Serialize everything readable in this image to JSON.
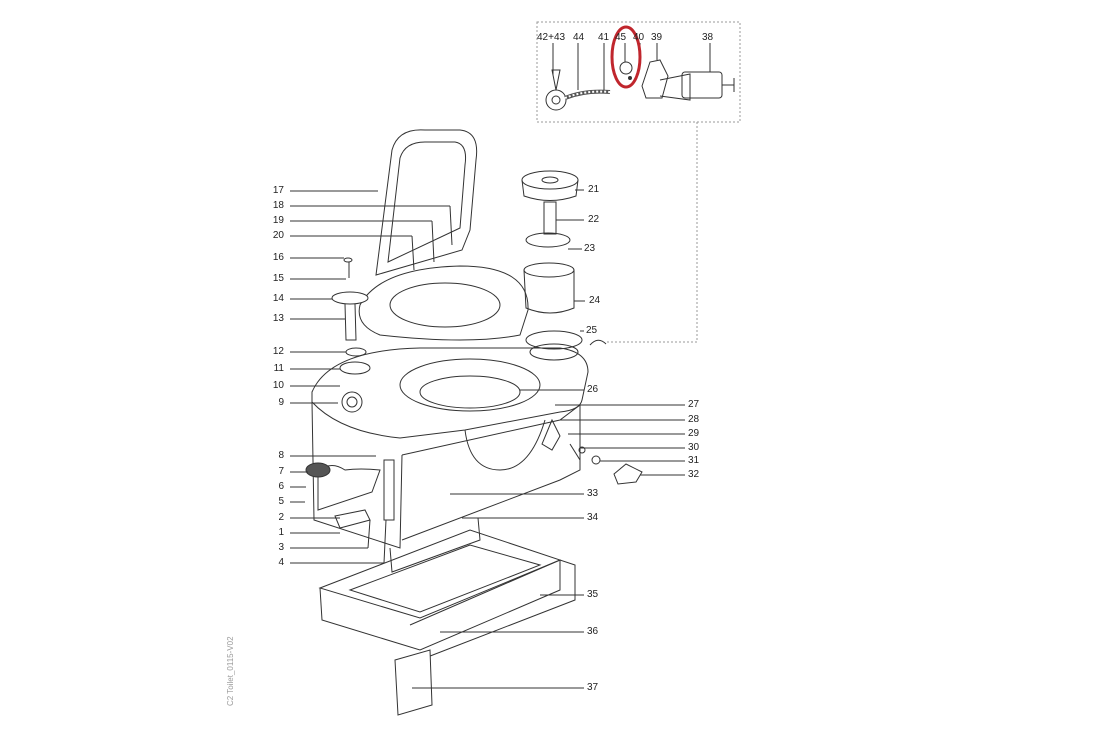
{
  "labels": {
    "l1": "1",
    "l2": "2",
    "l3": "3",
    "l4": "4",
    "l5": "5",
    "l6": "6",
    "l7": "7",
    "l8": "8",
    "l9": "9",
    "l10": "10",
    "l11": "11",
    "l12": "12",
    "l13": "13",
    "l14": "14",
    "l15": "15",
    "l16": "16",
    "l17": "17",
    "l18": "18",
    "l19": "19",
    "l20": "20",
    "l21": "21",
    "l22": "22",
    "l23": "23",
    "l24": "24",
    "l25": "25",
    "l26": "26",
    "l27": "27",
    "l28": "28",
    "l29": "29",
    "l30": "30",
    "l31": "31",
    "l32": "32",
    "l33": "33",
    "l34": "34",
    "l35": "35",
    "l36": "36",
    "l37": "37",
    "l38": "38",
    "l39": "39",
    "l40": "40",
    "l41": "41",
    "l42_43": "42+43",
    "l44": "44",
    "l45": "45"
  },
  "drawing_code": "C2 Toilet_0115-V02",
  "highlight_color": "#c0262d",
  "line_color": "#333333"
}
